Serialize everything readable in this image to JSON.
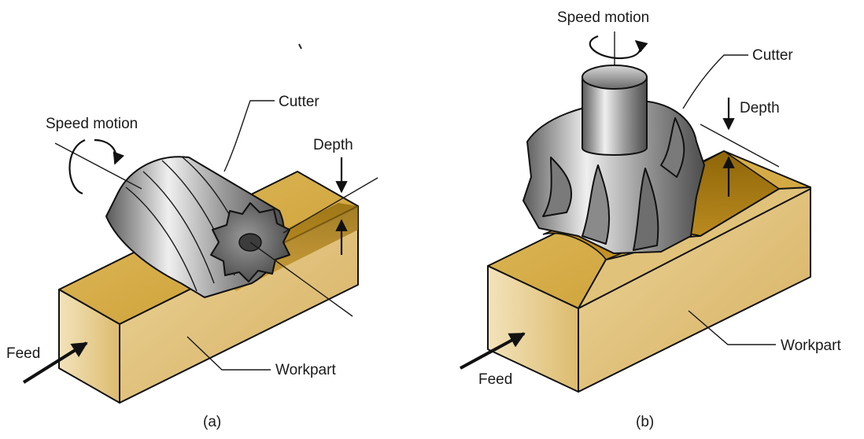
{
  "panels": [
    {
      "id": "a",
      "caption": "(a)",
      "labels": {
        "speed": "Speed motion",
        "cutter": "Cutter",
        "depth": "Depth",
        "feed": "Feed",
        "workpart": "Workpart"
      }
    },
    {
      "id": "b",
      "caption": "(b)",
      "labels": {
        "speed": "Speed motion",
        "cutter": "Cutter",
        "depth": "Depth",
        "feed": "Feed",
        "workpart": "Workpart"
      }
    }
  ],
  "colors": {
    "workpart_top": "#d8b04c",
    "workpart_front": "#e8cf93",
    "workpart_side": "#e2c27a",
    "slot_shadow": "#a77a12",
    "cutter_light": "#e4e4e4",
    "cutter_mid": "#a9a9a9",
    "cutter_dark": "#5f5f5f",
    "line": "#111111"
  }
}
